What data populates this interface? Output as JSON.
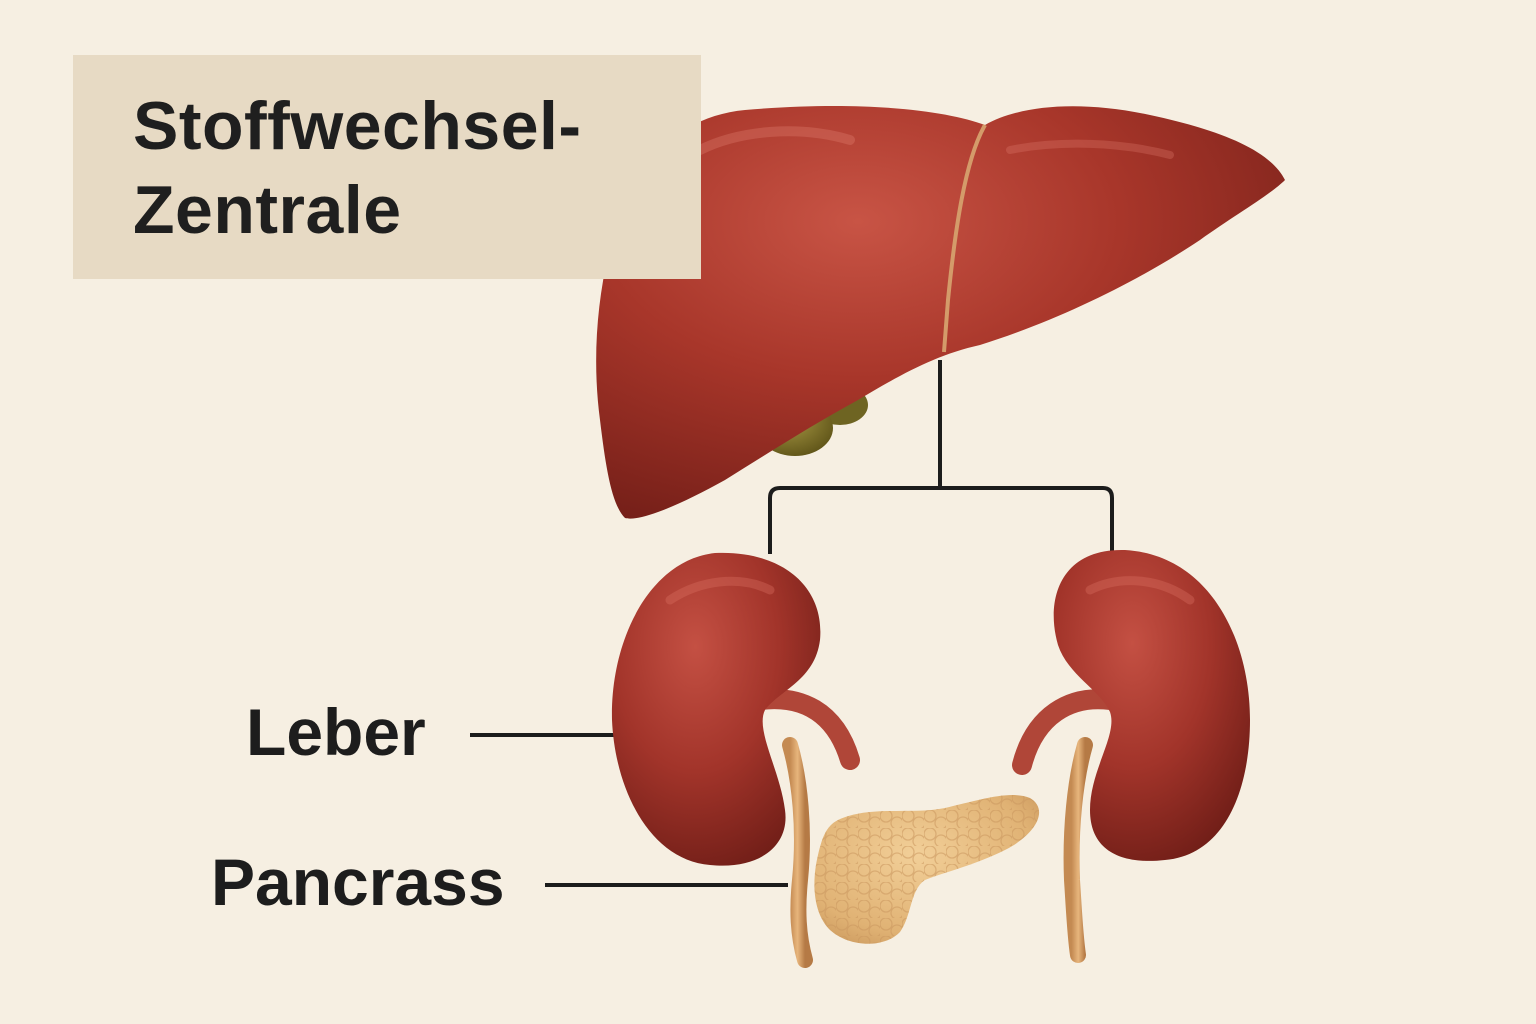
{
  "title": {
    "line1": "Stoffwechsel-",
    "line2": "Zentrale"
  },
  "labels": {
    "leber": "Leber",
    "pancrass": "Pancrass"
  },
  "colors": {
    "background": "#f6efe2",
    "title_box": "#e7dac4",
    "organ_red": "#a8362a",
    "pancreas": "#e2b67a",
    "gallbladder": "#7d7128",
    "connector": "#1c1c1c"
  }
}
